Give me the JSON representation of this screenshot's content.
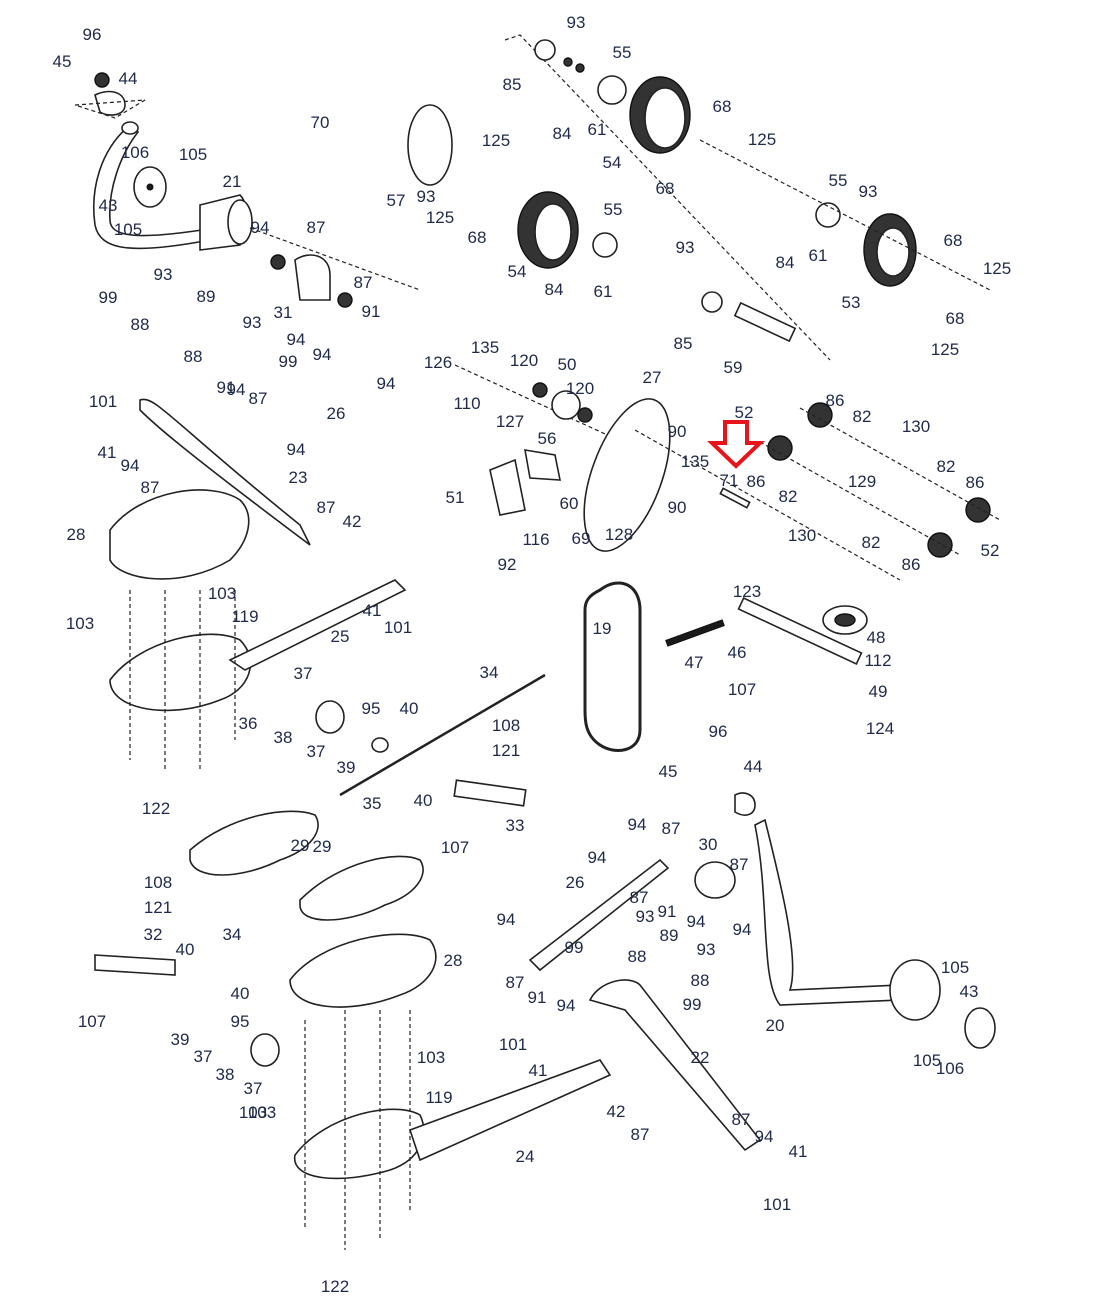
{
  "diagram": {
    "title": "Exploded parts diagram",
    "highlight": {
      "part": "71",
      "indicator": "red-down-arrow",
      "color": "#e8141c"
    },
    "label_color": "#1f2a4a",
    "labels": [
      "96",
      "45",
      "44",
      "106",
      "105",
      "21",
      "43",
      "105",
      "94",
      "87",
      "70",
      "57",
      "93",
      "93",
      "85",
      "55",
      "84",
      "61",
      "54",
      "68",
      "68",
      "125",
      "125",
      "125",
      "68",
      "54",
      "84",
      "61",
      "55",
      "93",
      "85",
      "59",
      "55",
      "93",
      "84",
      "61",
      "53",
      "68",
      "68",
      "125",
      "125",
      "93",
      "99",
      "88",
      "89",
      "88",
      "93",
      "99",
      "31",
      "94",
      "91",
      "94",
      "87",
      "94",
      "26",
      "94",
      "91",
      "87",
      "94",
      "101",
      "41",
      "94",
      "87",
      "23",
      "87",
      "42",
      "28",
      "103",
      "103",
      "119",
      "41",
      "101",
      "25",
      "122",
      "36",
      "37",
      "38",
      "37",
      "39",
      "95",
      "40",
      "35",
      "40",
      "126",
      "135",
      "120",
      "50",
      "120",
      "27",
      "110",
      "127",
      "56",
      "51",
      "60",
      "116",
      "69",
      "128",
      "92",
      "90",
      "90",
      "135",
      "71",
      "52",
      "86",
      "82",
      "130",
      "86",
      "82",
      "129",
      "82",
      "86",
      "130",
      "82",
      "86",
      "52",
      "19",
      "47",
      "46",
      "123",
      "48",
      "112",
      "107",
      "49",
      "124",
      "34",
      "108",
      "121",
      "33",
      "107",
      "96",
      "45",
      "44",
      "29",
      "29",
      "94",
      "87",
      "30",
      "94",
      "87",
      "26",
      "91",
      "94",
      "87",
      "94",
      "94",
      "93",
      "99",
      "88",
      "89",
      "88",
      "93",
      "99",
      "87",
      "91",
      "94",
      "20",
      "105",
      "43",
      "105",
      "106",
      "108",
      "121",
      "32",
      "40",
      "34",
      "40",
      "95",
      "107",
      "39",
      "37",
      "38",
      "37",
      "28",
      "103",
      "103",
      "119",
      "103",
      "101",
      "41",
      "22",
      "24",
      "42",
      "87",
      "87",
      "94",
      "41",
      "101",
      "122"
    ]
  }
}
